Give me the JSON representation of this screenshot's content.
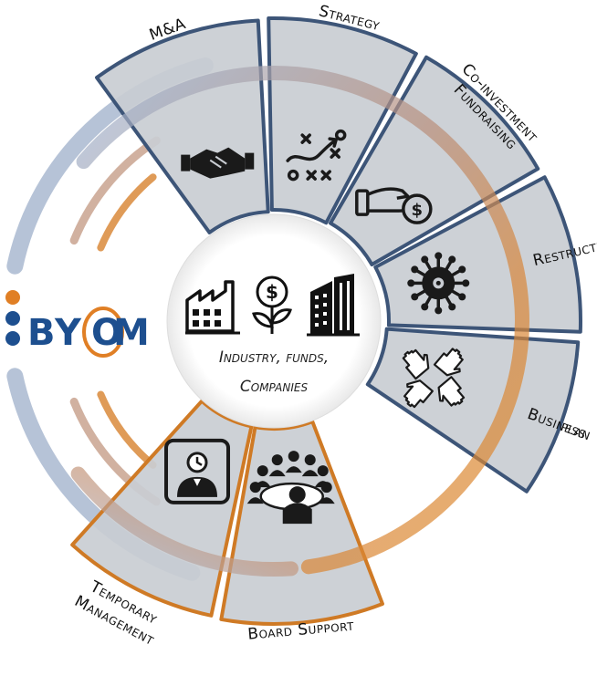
{
  "logo": {
    "letters": [
      "B",
      "Y",
      "O",
      "M"
    ]
  },
  "center": {
    "caption_line1": "Industry, funds,",
    "caption_line2": "Companies",
    "icons": [
      "factory-icon",
      "money-plant-icon",
      "office-building-icon"
    ]
  },
  "segments": [
    {
      "id": "ma",
      "label_lines": [
        "M&A"
      ],
      "icon": "handshake-icon",
      "color": "#3d5578"
    },
    {
      "id": "strategy",
      "label_lines": [
        "Strategy"
      ],
      "icon": "strategy-play-icon",
      "color": "#3d5578"
    },
    {
      "id": "fundraising",
      "label_lines": [
        "Fundraising",
        "Co-investment"
      ],
      "icon": "hand-coin-icon",
      "color": "#3d5578"
    },
    {
      "id": "restructuring",
      "label_lines": [
        "Restructuring"
      ],
      "icon": "virus-icon",
      "color": "#3d5578"
    },
    {
      "id": "business-plan",
      "label_lines": [
        "Business",
        "plan"
      ],
      "icon": "hands-icon",
      "color": "#3d5578"
    },
    {
      "id": "board-support",
      "label_lines": [
        "Board Support"
      ],
      "icon": "boardroom-icon",
      "color": "#cf7a25"
    },
    {
      "id": "temporary-management",
      "label_lines": [
        "Temporary",
        "Management"
      ],
      "icon": "manager-clock-icon",
      "color": "#cf7a25"
    }
  ],
  "colors": {
    "blue": "#3d5578",
    "orange": "#cf7a25",
    "logo_blue": "#1d4f8f",
    "segment_fill": "#c9cdd3"
  }
}
